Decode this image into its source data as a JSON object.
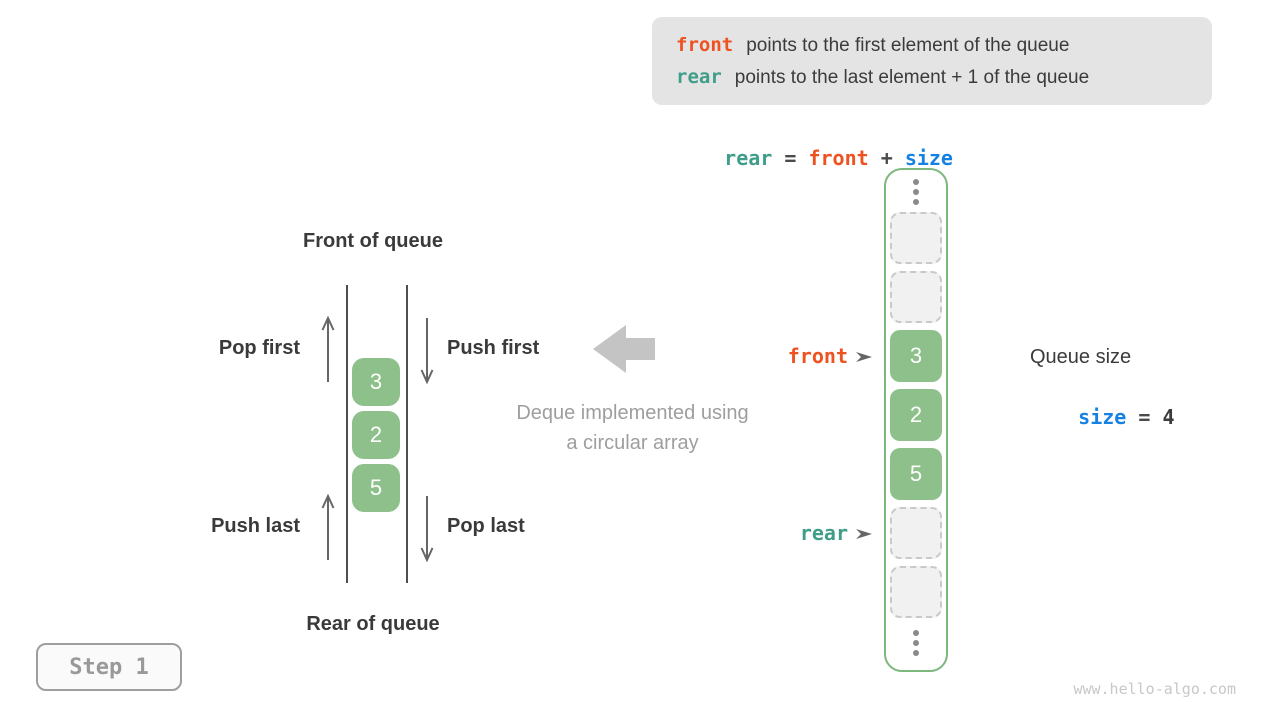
{
  "info_box": {
    "lines": [
      {
        "keyword": "front",
        "text": "points to the first element of the queue"
      },
      {
        "keyword": "rear",
        "text": "points to the last element + 1 of the queue"
      }
    ]
  },
  "equation": {
    "lhs": "rear",
    "eq": " = ",
    "op1": "front",
    "plus": " + ",
    "op2": "size"
  },
  "left_diagram": {
    "front_of_queue": "Front of queue",
    "rear_of_queue": "Rear of queue",
    "pop_first": "Pop first",
    "push_first": "Push first",
    "push_last": "Push last",
    "pop_last": "Pop last",
    "values": [
      "3",
      "2",
      "5"
    ]
  },
  "center_caption": {
    "line1": "Deque implemented using",
    "line2": "a circular array"
  },
  "deque_array": {
    "cells": [
      {
        "value": "",
        "state": "empty"
      },
      {
        "value": "",
        "state": "empty"
      },
      {
        "value": "3",
        "state": "filled"
      },
      {
        "value": "2",
        "state": "filled"
      },
      {
        "value": "5",
        "state": "filled"
      },
      {
        "value": "",
        "state": "empty"
      },
      {
        "value": "",
        "state": "empty"
      }
    ],
    "front_pointer": "front",
    "rear_pointer": "rear"
  },
  "queue_size": {
    "title": "Queue size",
    "var": "size",
    "eq": " = ",
    "value": "4"
  },
  "step_badge": {
    "label": "Step 1"
  },
  "watermark": "www.hello-algo.com",
  "colors": {
    "front_accent": "#ee5220",
    "rear_accent": "#3f9d8a",
    "size_accent": "#1581e2",
    "cell_green": "#8dc08b",
    "frame_green": "#7cb87c",
    "info_box_bg": "#e4e4e4",
    "text_dark": "#3b3b3b",
    "caption_gray": "#9e9e9e"
  }
}
